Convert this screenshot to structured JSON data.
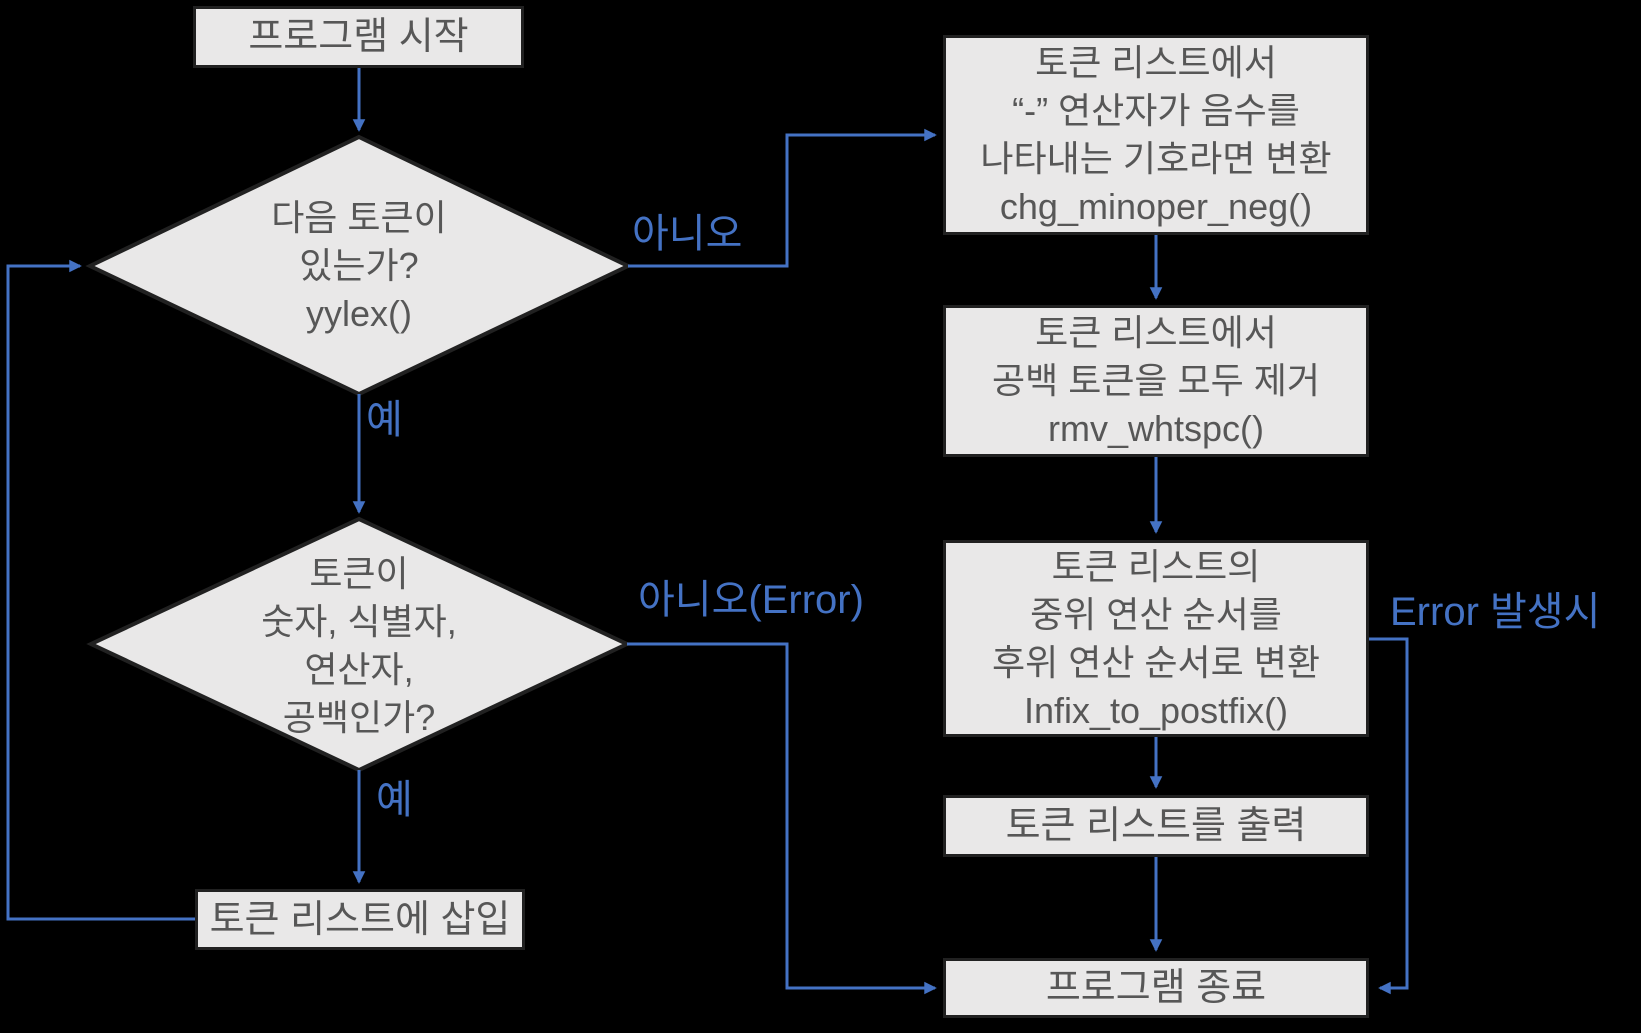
{
  "colors": {
    "background": "#000000",
    "node_fill": "#e9e8e8",
    "node_border": "#212121",
    "node_text": "#575757",
    "connector_blue": "#4472c4"
  },
  "nodes": {
    "start": {
      "label": "프로그램 시작"
    },
    "has_next_token": {
      "lines": [
        "다음 토큰이",
        "있는가?",
        "yylex()"
      ]
    },
    "token_type_check": {
      "lines": [
        "토큰이",
        "숫자, 식별자,",
        "연산자,",
        "공백인가?"
      ]
    },
    "insert_token_list": {
      "label": "토큰 리스트에 삽입"
    },
    "chg_minoper_neg": {
      "lines": [
        "토큰 리스트에서",
        "“-” 연산자가 음수를",
        "나타내는 기호라면 변환",
        "chg_minoper_neg()"
      ]
    },
    "rmv_whtspc": {
      "lines": [
        "토큰 리스트에서",
        "공백 토큰을 모두 제거",
        "rmv_whtspc()"
      ]
    },
    "infix_to_postfix": {
      "lines": [
        "토큰 리스트의",
        "중위 연산 순서를",
        "후위 연산 순서로 변환",
        "Infix_to_postfix()"
      ]
    },
    "print_token_list": {
      "label": "토큰 리스트를 출력"
    },
    "end": {
      "label": "프로그램 종료"
    }
  },
  "edge_labels": {
    "yes_1": "예",
    "yes_2": "예",
    "no_1": "아니오",
    "no_error": "아니오(Error)",
    "on_error": "Error 발생시"
  }
}
